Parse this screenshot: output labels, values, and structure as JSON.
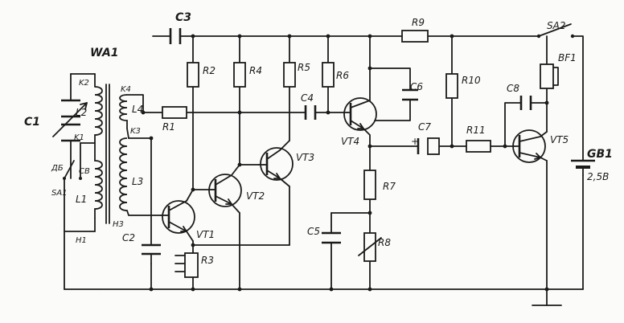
{
  "labels": {
    "wa1": "WA1",
    "c1": "C1",
    "c2": "C2",
    "c3": "C3",
    "c4": "C4",
    "c5": "C5",
    "c6": "C6",
    "c7": "C7",
    "c8": "C8",
    "r1": "R1",
    "r2": "R2",
    "r3": "R3",
    "r4": "R4",
    "r5": "R5",
    "r6": "R6",
    "r7": "R7",
    "r8": "R8",
    "r9": "R9",
    "r10": "R10",
    "r11": "R11",
    "l1": "L1",
    "l2": "L2",
    "l3": "L3",
    "l4": "L4",
    "k1": "K1",
    "k2": "K2",
    "k3": "K3",
    "k4": "K4",
    "h1": "H1",
    "h3": "H3",
    "db": "ДБ",
    "sa1": "SA1",
    "sa2": "SA2",
    "bf1": "BF1",
    "gb1": "GB1",
    "voltage": "2,5В",
    "vt1": "VT1",
    "vt2": "VT2",
    "vt3": "VT3",
    "vt4": "VT4",
    "vt5": "VT5",
    "cb": "CB",
    "plus": "+"
  }
}
